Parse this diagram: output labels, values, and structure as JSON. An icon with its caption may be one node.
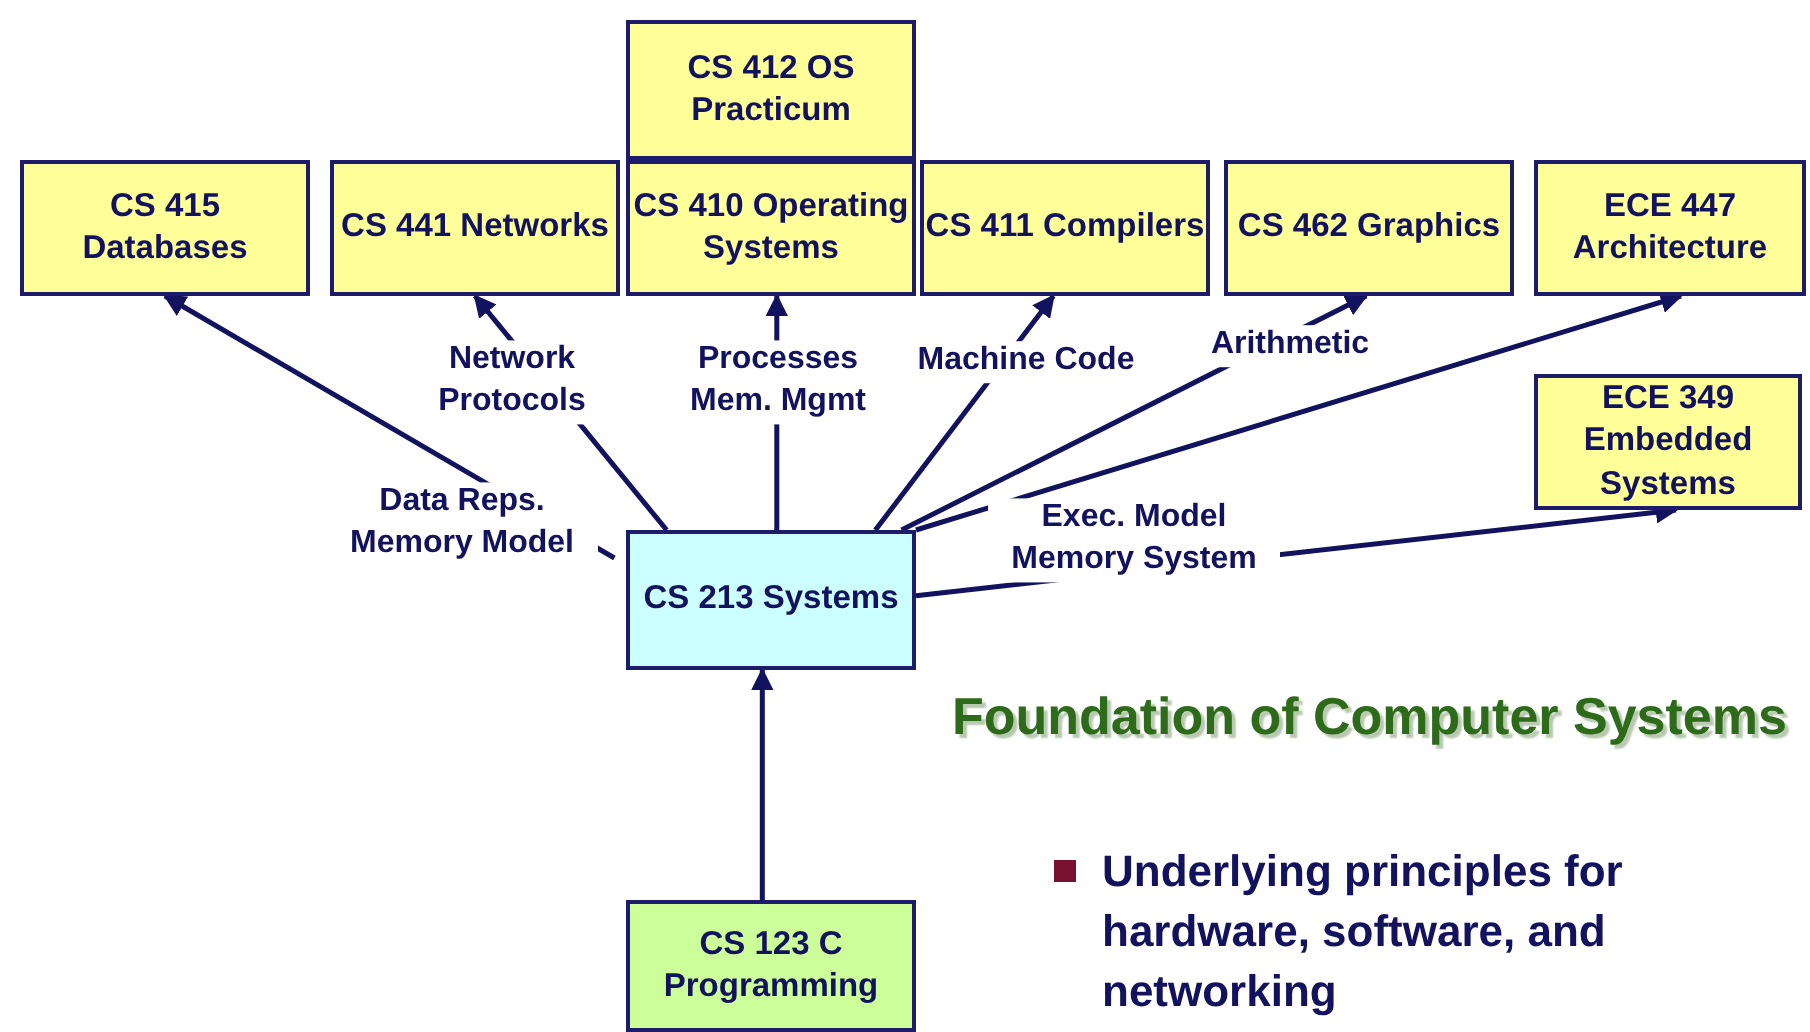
{
  "diagram": {
    "nodes": [
      {
        "text": [
          "CS 412 OS Practicum"
        ]
      },
      {
        "text": [
          "CS 415 Databases"
        ]
      },
      {
        "text": [
          "CS 441 Networks"
        ]
      },
      {
        "text": [
          "CS 410 Operating Systems"
        ]
      },
      {
        "text": [
          "CS 411 Compilers"
        ]
      },
      {
        "text": [
          "CS 462 Graphics"
        ]
      },
      {
        "text": [
          "ECE 447 Architecture"
        ]
      },
      {
        "text": [
          "ECE 349 Embedded Systems"
        ]
      },
      {
        "text": [
          "CS 213 Systems"
        ]
      },
      {
        "text": [
          "CS 123 C Programming"
        ]
      }
    ],
    "edges": [
      {
        "from": 8,
        "to": 1,
        "arrow": "to",
        "label": "Data Reps. Memory Model"
      },
      {
        "from": 8,
        "to": 2,
        "arrow": "to",
        "label": "Network Protocols"
      },
      {
        "from": 8,
        "to": 3,
        "arrow": "to",
        "label": "Processes Mem. Mgmt"
      },
      {
        "from": 8,
        "to": 4,
        "arrow": "to",
        "label": "Machine Code"
      },
      {
        "from": 8,
        "to": 5,
        "arrow": "to",
        "label": "Arithmetic"
      },
      {
        "from": 8,
        "to": 6,
        "arrow": "to"
      },
      {
        "from": 8,
        "to": 7,
        "arrow": "to",
        "label": "Exec. Model Memory System"
      },
      {
        "from": 9,
        "to": 8,
        "arrow": "to"
      }
    ],
    "labels": [
      "Foundation of Computer Systems",
      "Underlying principles for hardware, software, and networking"
    ]
  }
}
